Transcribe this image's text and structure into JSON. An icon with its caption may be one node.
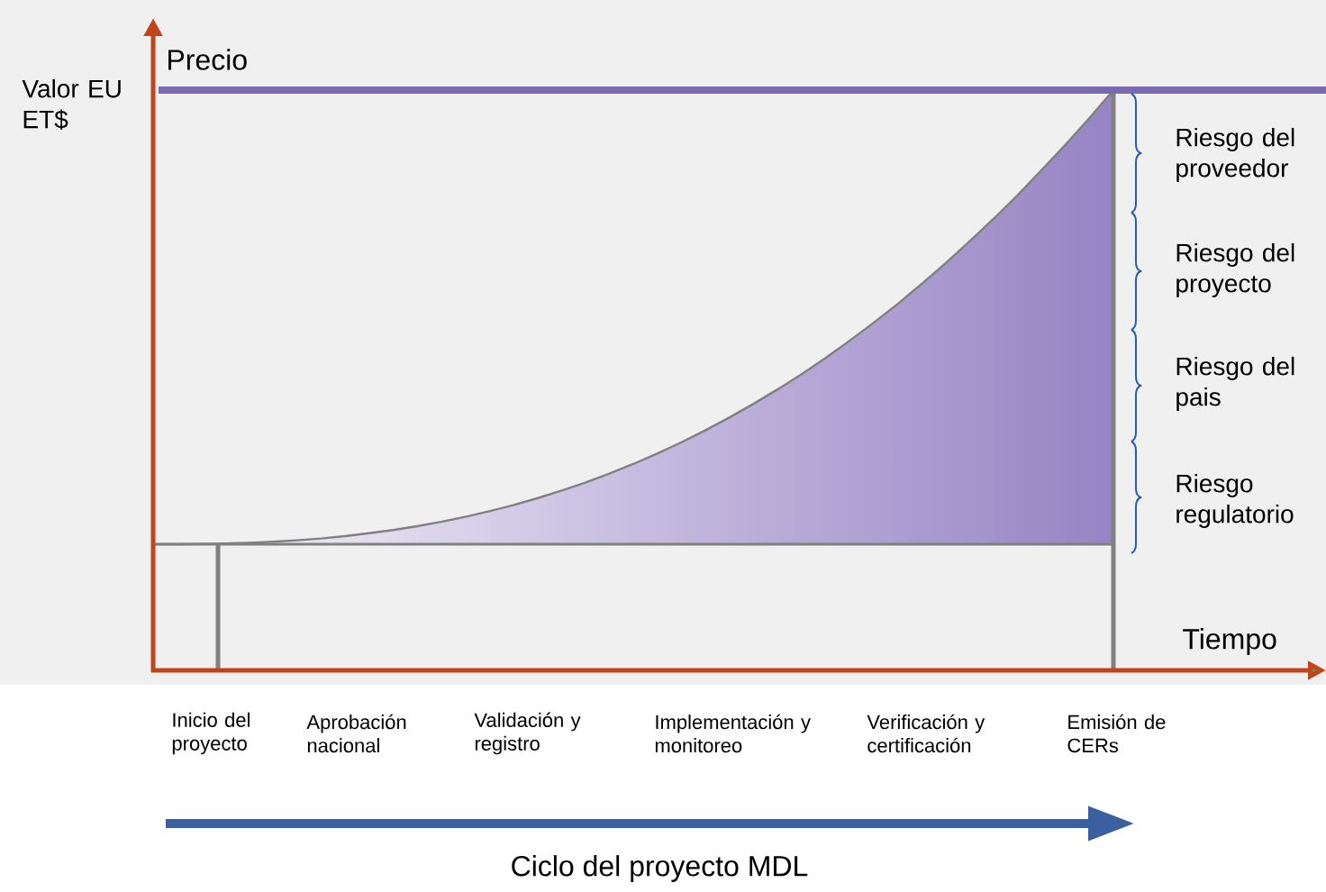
{
  "diagram": {
    "labels": [
      "Valor EU ET$",
      "Precio",
      "Riesgo del proveedor",
      "Riesgo del proyecto",
      "Riesgo del pais",
      "Riesgo regulatorio",
      "Tiempo",
      "Inicio del proyecto",
      "Aprobación nacional",
      "Validación y registro",
      "Implementación y monitoreo",
      "Verificación y certificación",
      "Emisión de CERs",
      "Ciclo del proyecto MDL"
    ]
  }
}
